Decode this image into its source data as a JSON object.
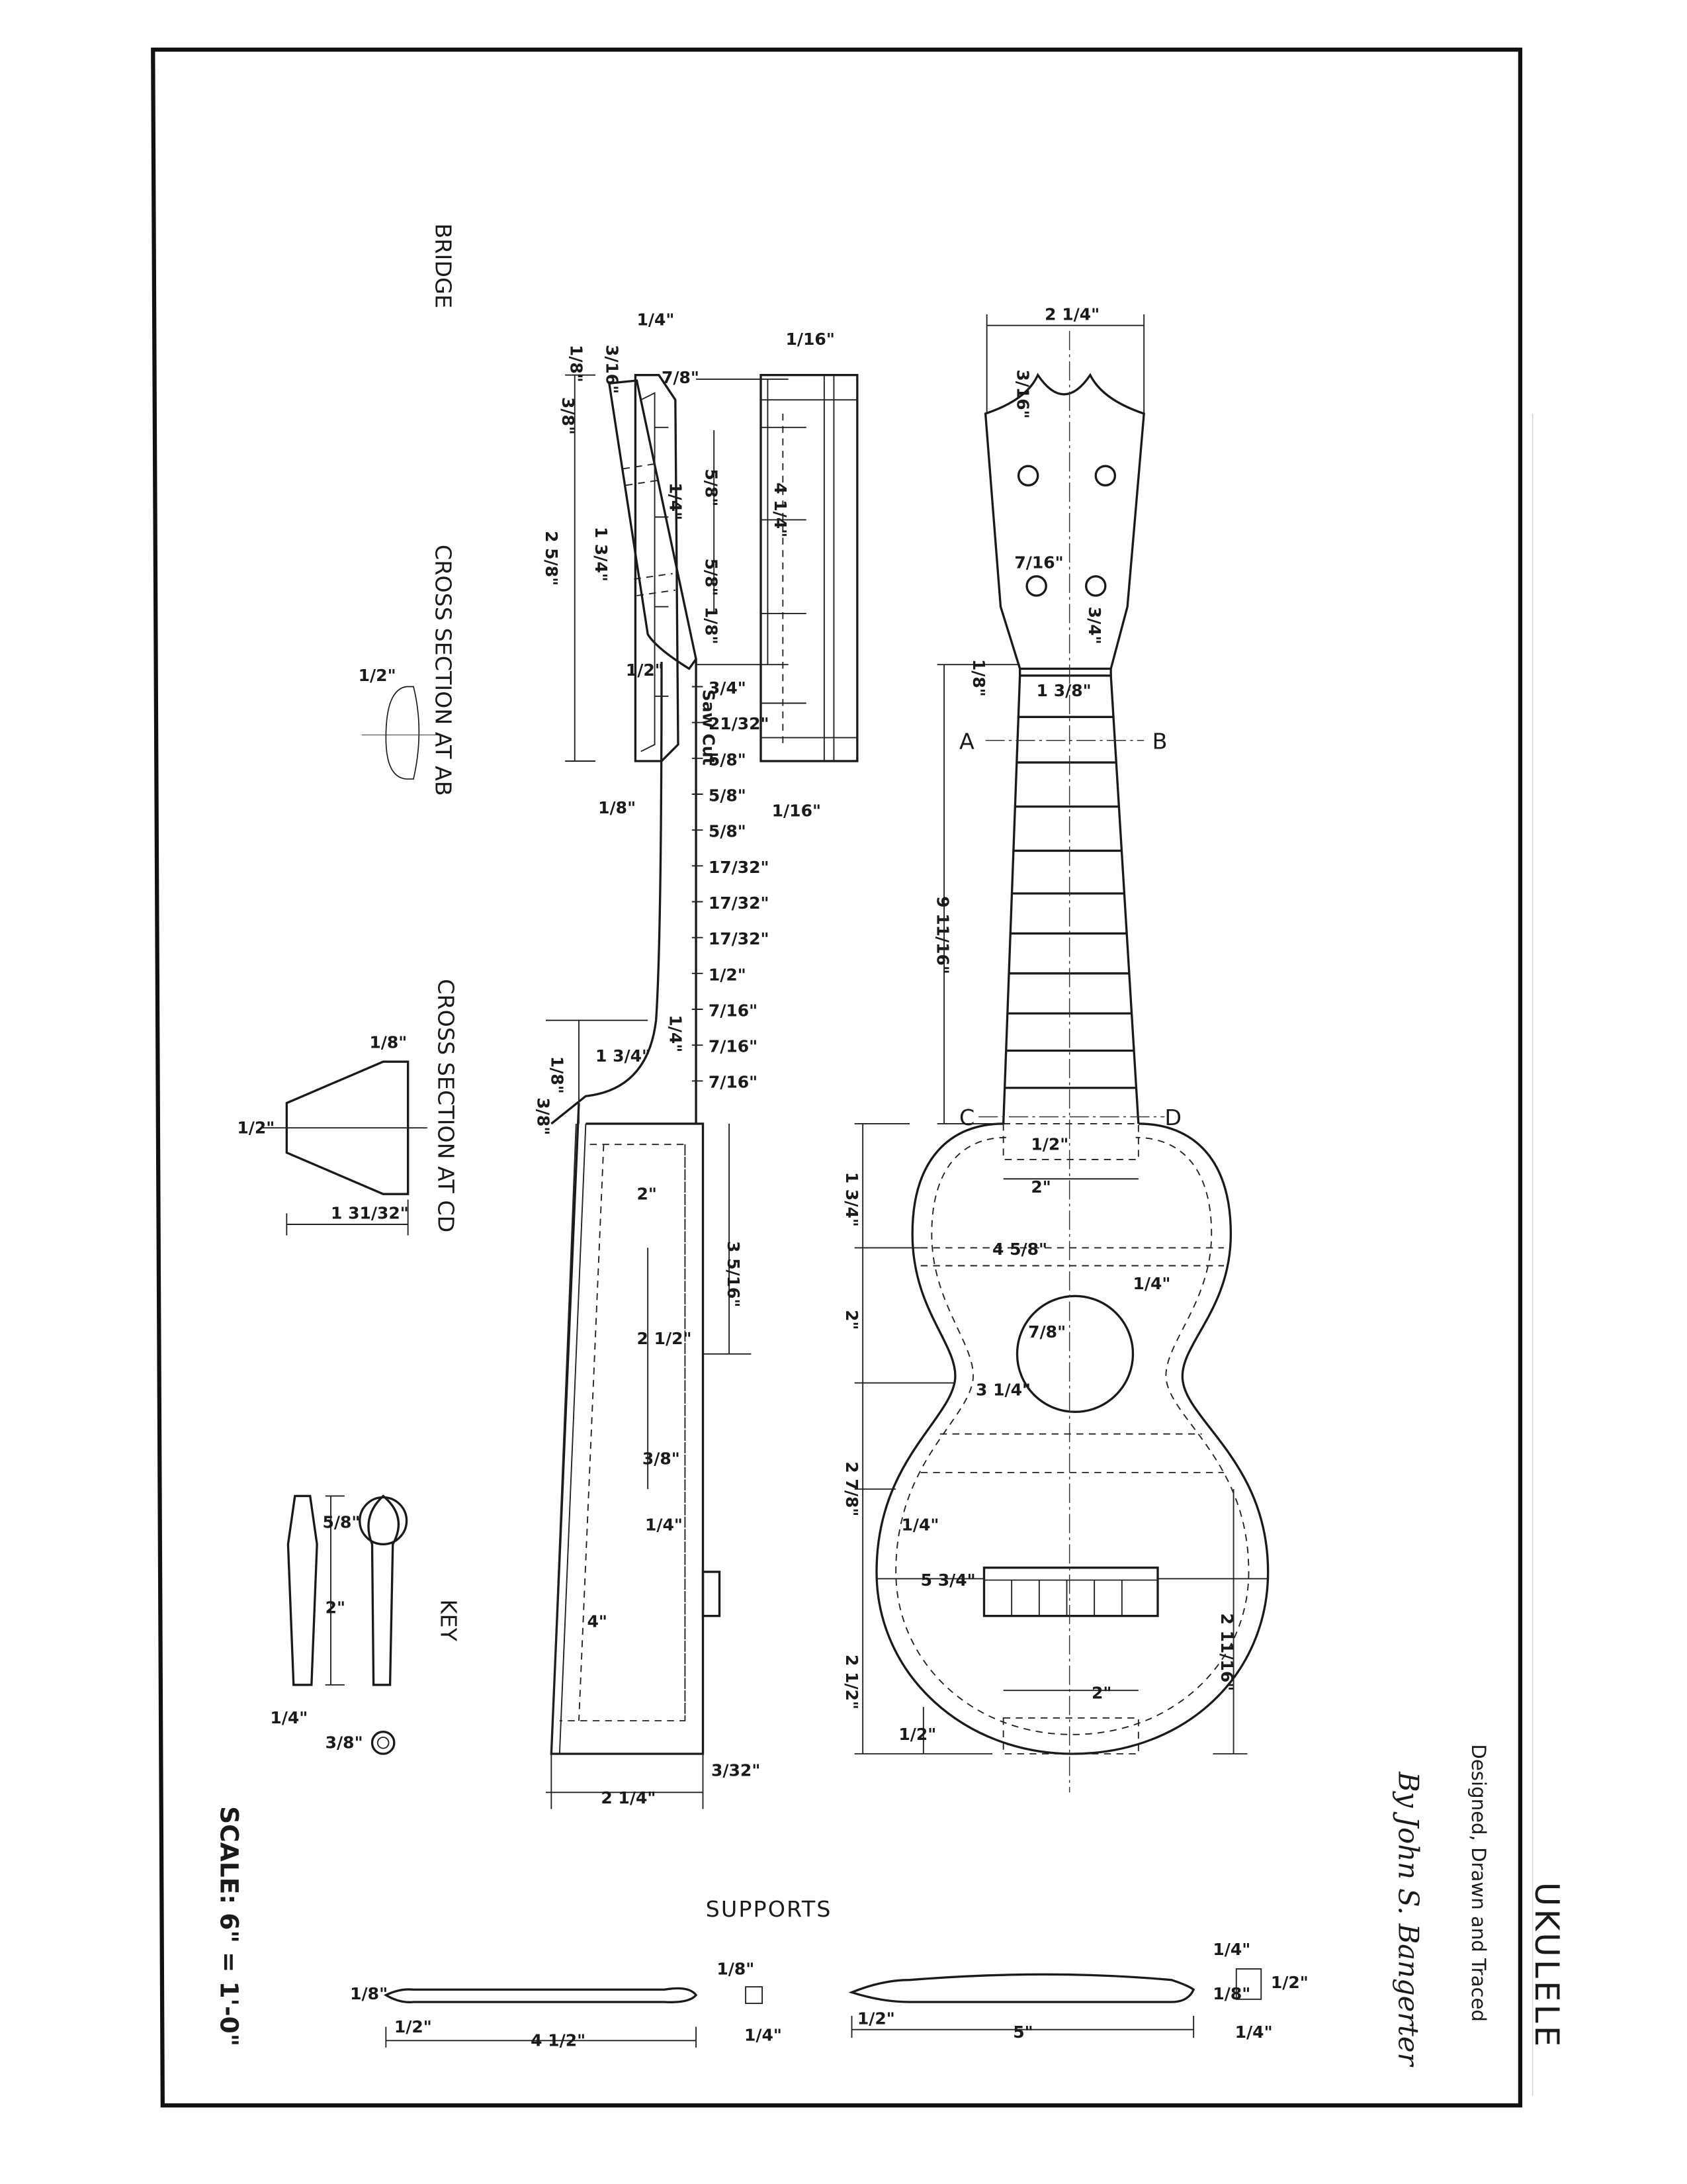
{
  "title": "UKULELE",
  "credit": "Designed, Drawn and Traced",
  "signature": "By John S. Bangerter",
  "scale": "SCALE: 6\" = 1'-0\"",
  "sections": {
    "bridge": "BRIDGE",
    "cross_ab": "CROSS SECTION AT AB",
    "cross_cd": "CROSS SECTION AT CD",
    "key": "KEY",
    "supports": "SUPPORTS",
    "saw_cut": "Saw Cut"
  },
  "markers": {
    "a": "A",
    "b": "B",
    "c": "C",
    "d": "D"
  },
  "dimensions": {
    "head_width": "2 1/4\"",
    "head_notch": "3/16\"",
    "peg_hole": "7/16\"",
    "head_throat": "3/4\"",
    "nut_gap": "1/8\"",
    "nut_width": "1 3/8\"",
    "neck_length": "9 11/16\"",
    "head_len_side": "4 1/4\"",
    "head_top": "3/16\"",
    "head_tip": "7/8\"",
    "head_thick": "3/8\"",
    "head_mid": "1/4\"",
    "head_span": "1 3/4\"",
    "neck_thick": "1/8\"",
    "heel_half": "1/2\"",
    "heel_len": "1 3/4\"",
    "heel_eighth": "1/8\"",
    "heel_3_8": "3/8\"",
    "heel_quarter": "1/4\"",
    "frets": [
      "3/4\"",
      "21/32\"",
      "5/8\"",
      "5/8\"",
      "5/8\"",
      "17/32\"",
      "17/32\"",
      "17/32\"",
      "1/2\"",
      "7/16\"",
      "7/16\"",
      "7/16\""
    ],
    "side_2": "2\"",
    "side_2_half": "2 1/2\"",
    "side_3_5": "3 5/16\"",
    "side_3_8": "3/8\"",
    "side_quarter": "1/4\"",
    "side_4": "4\"",
    "side_depth": "2 1/4\"",
    "side_top": "3/32\"",
    "body_1_3_4": "1 3/4\"",
    "body_2": "2\"",
    "body_2_7_8": "2 7/8\"",
    "body_2_half": "2 1/2\"",
    "body_upper": "4 5/8\"",
    "body_waist": "3 1/4\"",
    "body_lower": "5 3/4\"",
    "body_quarter": "1/4\"",
    "body_quarter_b": "1/4\"",
    "body_right": "2 11/16\"",
    "block_top": "2\"",
    "block_top_h": "1/2\"",
    "block_bottom": "2\"",
    "block_bottom_h": "1/2\"",
    "hole": "7/8\"",
    "ab_half": "1/2\"",
    "cd_top": "1/8\"",
    "cd_half": "1/2\"",
    "cd_width": "1 31/32\"",
    "bridge_len": "2 5/8\"",
    "bridge_top": "1/4\"",
    "bridge_eighth": "1/8\"",
    "bridge_5_8_a": "5/8\"",
    "bridge_5_8_b": "5/8\"",
    "bridge_bottom": "1/8\"",
    "bridge_16": "1/16\"",
    "bridge_top16": "1/16\"",
    "key_5_8": "5/8\"",
    "key_2": "2\"",
    "key_quarter": "1/4\"",
    "key_3_8": "3/8\"",
    "sup1_len": "4 1/2\"",
    "sup1_half": "1/2\"",
    "sup1_h": "1/8\"",
    "sup1_w": "1/4\"",
    "sup1_end": "1/8\"",
    "sup2_len": "5\"",
    "sup2_half": "1/2\"",
    "sup2_h": "1/4\"",
    "sup2_e": "1/8\"",
    "sup2_w": "1/4\"",
    "sup2_r": "1/2\""
  }
}
